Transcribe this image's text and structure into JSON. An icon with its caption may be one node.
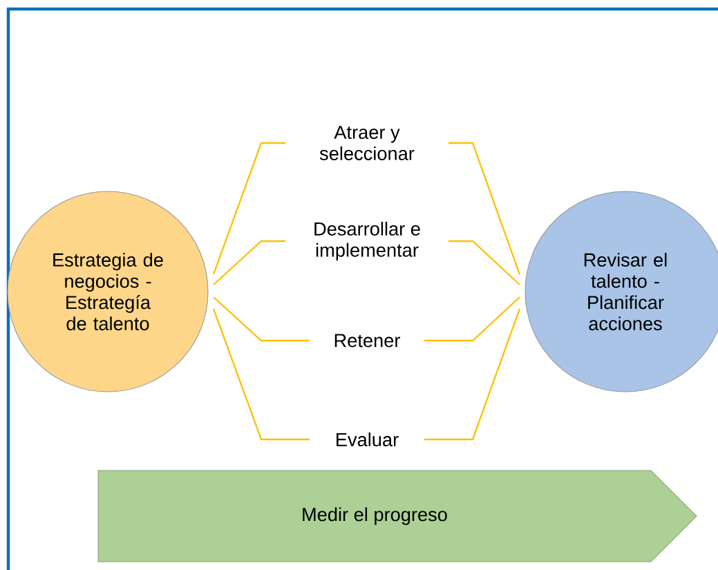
{
  "diagram": {
    "nodes": [
      {
        "text": [
          "Estrategia de negocios - Estrategía de talento"
        ]
      },
      {
        "text": [
          "Atraer y seleccionar"
        ]
      },
      {
        "text": [
          "Desarrollar e implementar"
        ]
      },
      {
        "text": [
          "Retener"
        ]
      },
      {
        "text": [
          "Evaluar"
        ]
      },
      {
        "text": [
          "Revisar el talento - Planificar acciones"
        ]
      },
      {
        "text": [
          "Medir el progreso"
        ]
      }
    ],
    "edges": [
      {
        "from": 0,
        "to": 1,
        "arrow": "none"
      },
      {
        "from": 0,
        "to": 2,
        "arrow": "none"
      },
      {
        "from": 0,
        "to": 3,
        "arrow": "none"
      },
      {
        "from": 0,
        "to": 4,
        "arrow": "none"
      },
      {
        "from": 1,
        "to": 5,
        "arrow": "none"
      },
      {
        "from": 2,
        "to": 5,
        "arrow": "none"
      },
      {
        "from": 3,
        "to": 5,
        "arrow": "none"
      },
      {
        "from": 4,
        "to": 5,
        "arrow": "none"
      }
    ]
  }
}
